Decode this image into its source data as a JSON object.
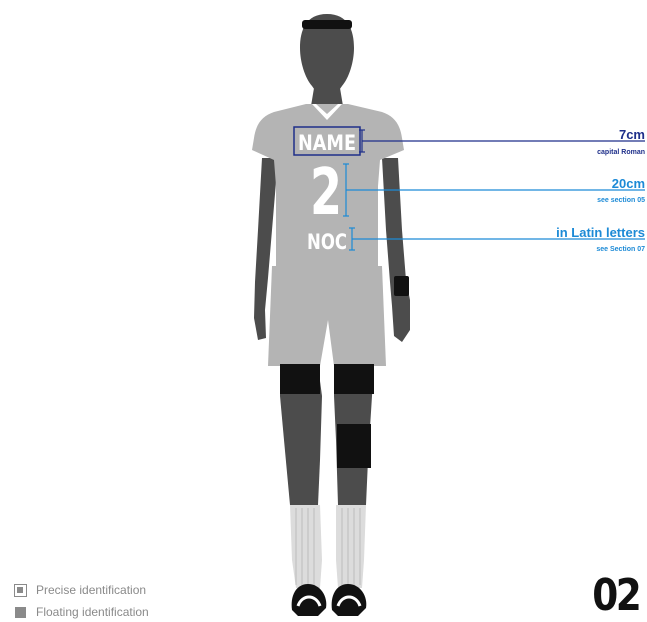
{
  "jersey": {
    "name": "NAME",
    "number": "2",
    "noc": "NOC"
  },
  "annotations": {
    "name": {
      "size": "7cm",
      "note": "capital Roman",
      "color": "#1e2f8a"
    },
    "number": {
      "size": "20cm",
      "note": "see section 05",
      "color": "#1c8ad6"
    },
    "noc": {
      "size": "in Latin letters",
      "note": "see Section 07",
      "color": "#1c8ad6"
    }
  },
  "legend": {
    "precise": "Precise identification",
    "floating": "Floating identification"
  },
  "page_number": "02",
  "colors": {
    "skin": "#4c4c4c",
    "uniform": "#b4b4b4",
    "socks": "#dcdcdc",
    "black": "#111111"
  }
}
